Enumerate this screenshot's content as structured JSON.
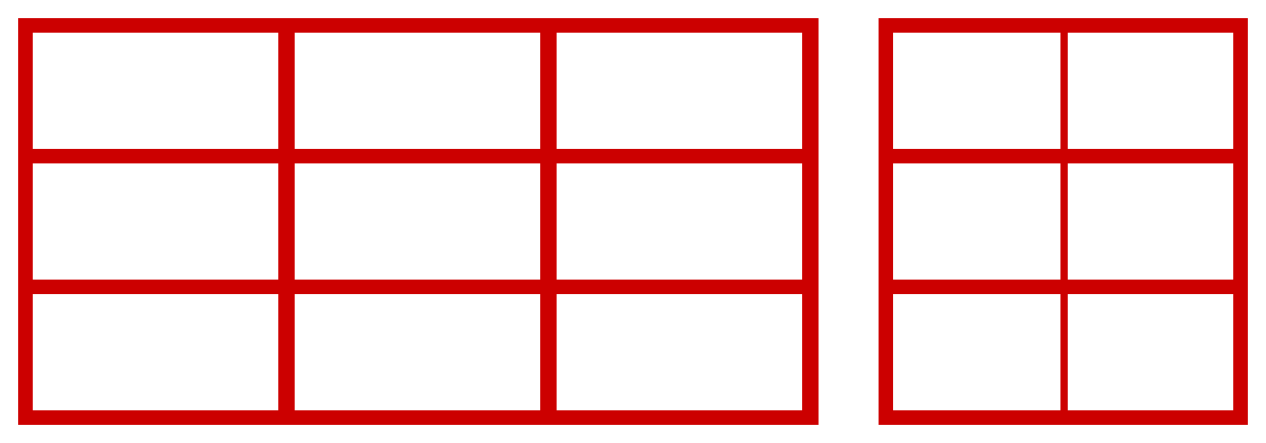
{
  "colors": {
    "frame": "#cc0000",
    "cell_fill": "#ffffff",
    "background": "#ffffff"
  },
  "grids": [
    {
      "name": "grid-left",
      "columns": 3,
      "rows": 3
    },
    {
      "name": "grid-right",
      "columns": 2,
      "rows": 3
    }
  ]
}
